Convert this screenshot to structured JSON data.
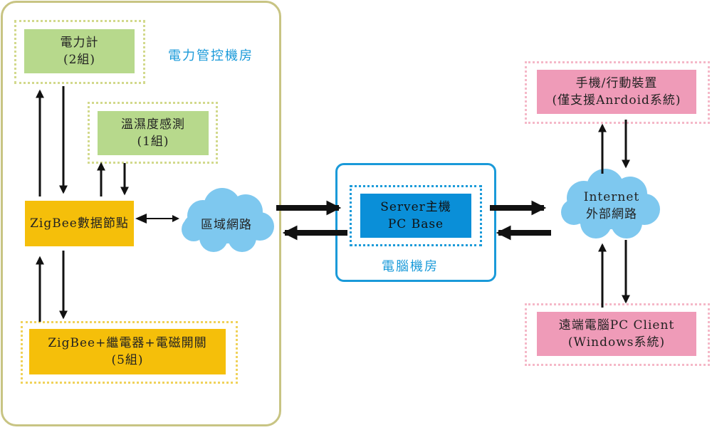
{
  "rooms": {
    "power_room_label": "電力管控機房",
    "server_room_label": "電腦機房"
  },
  "nodes": {
    "power_meter": {
      "line1": "電力計",
      "line2": "(2組)"
    },
    "temp_sensor": {
      "line1": "溫濕度感測",
      "line2": "(1組)"
    },
    "zigbee_node": {
      "line1": "ZigBee數据節點"
    },
    "zigbee_relay": {
      "line1": "ZigBee+繼電器+電磁開關",
      "line2": "(5組)"
    },
    "lan": {
      "line1": "區域網路"
    },
    "server": {
      "line1": "Server主機",
      "line2": "PC Base"
    },
    "internet": {
      "line1": "Internet",
      "line2": "外部網路"
    },
    "mobile": {
      "line1": "手機/行動裝置",
      "line2": "(僅支援Anrdoid系統)"
    },
    "remote_pc": {
      "line1": "遠端電腦PC Client",
      "line2": "(Windows系統)"
    }
  },
  "colors": {
    "green_box": "#b7d98c",
    "yellow_box": "#f5bf0a",
    "pink_box": "#ef9bb8",
    "blue_box": "#0a8fd8",
    "cloud": "#7ec8ef",
    "accent_blue": "#1a9ad9",
    "room_border": "#c8c483"
  }
}
